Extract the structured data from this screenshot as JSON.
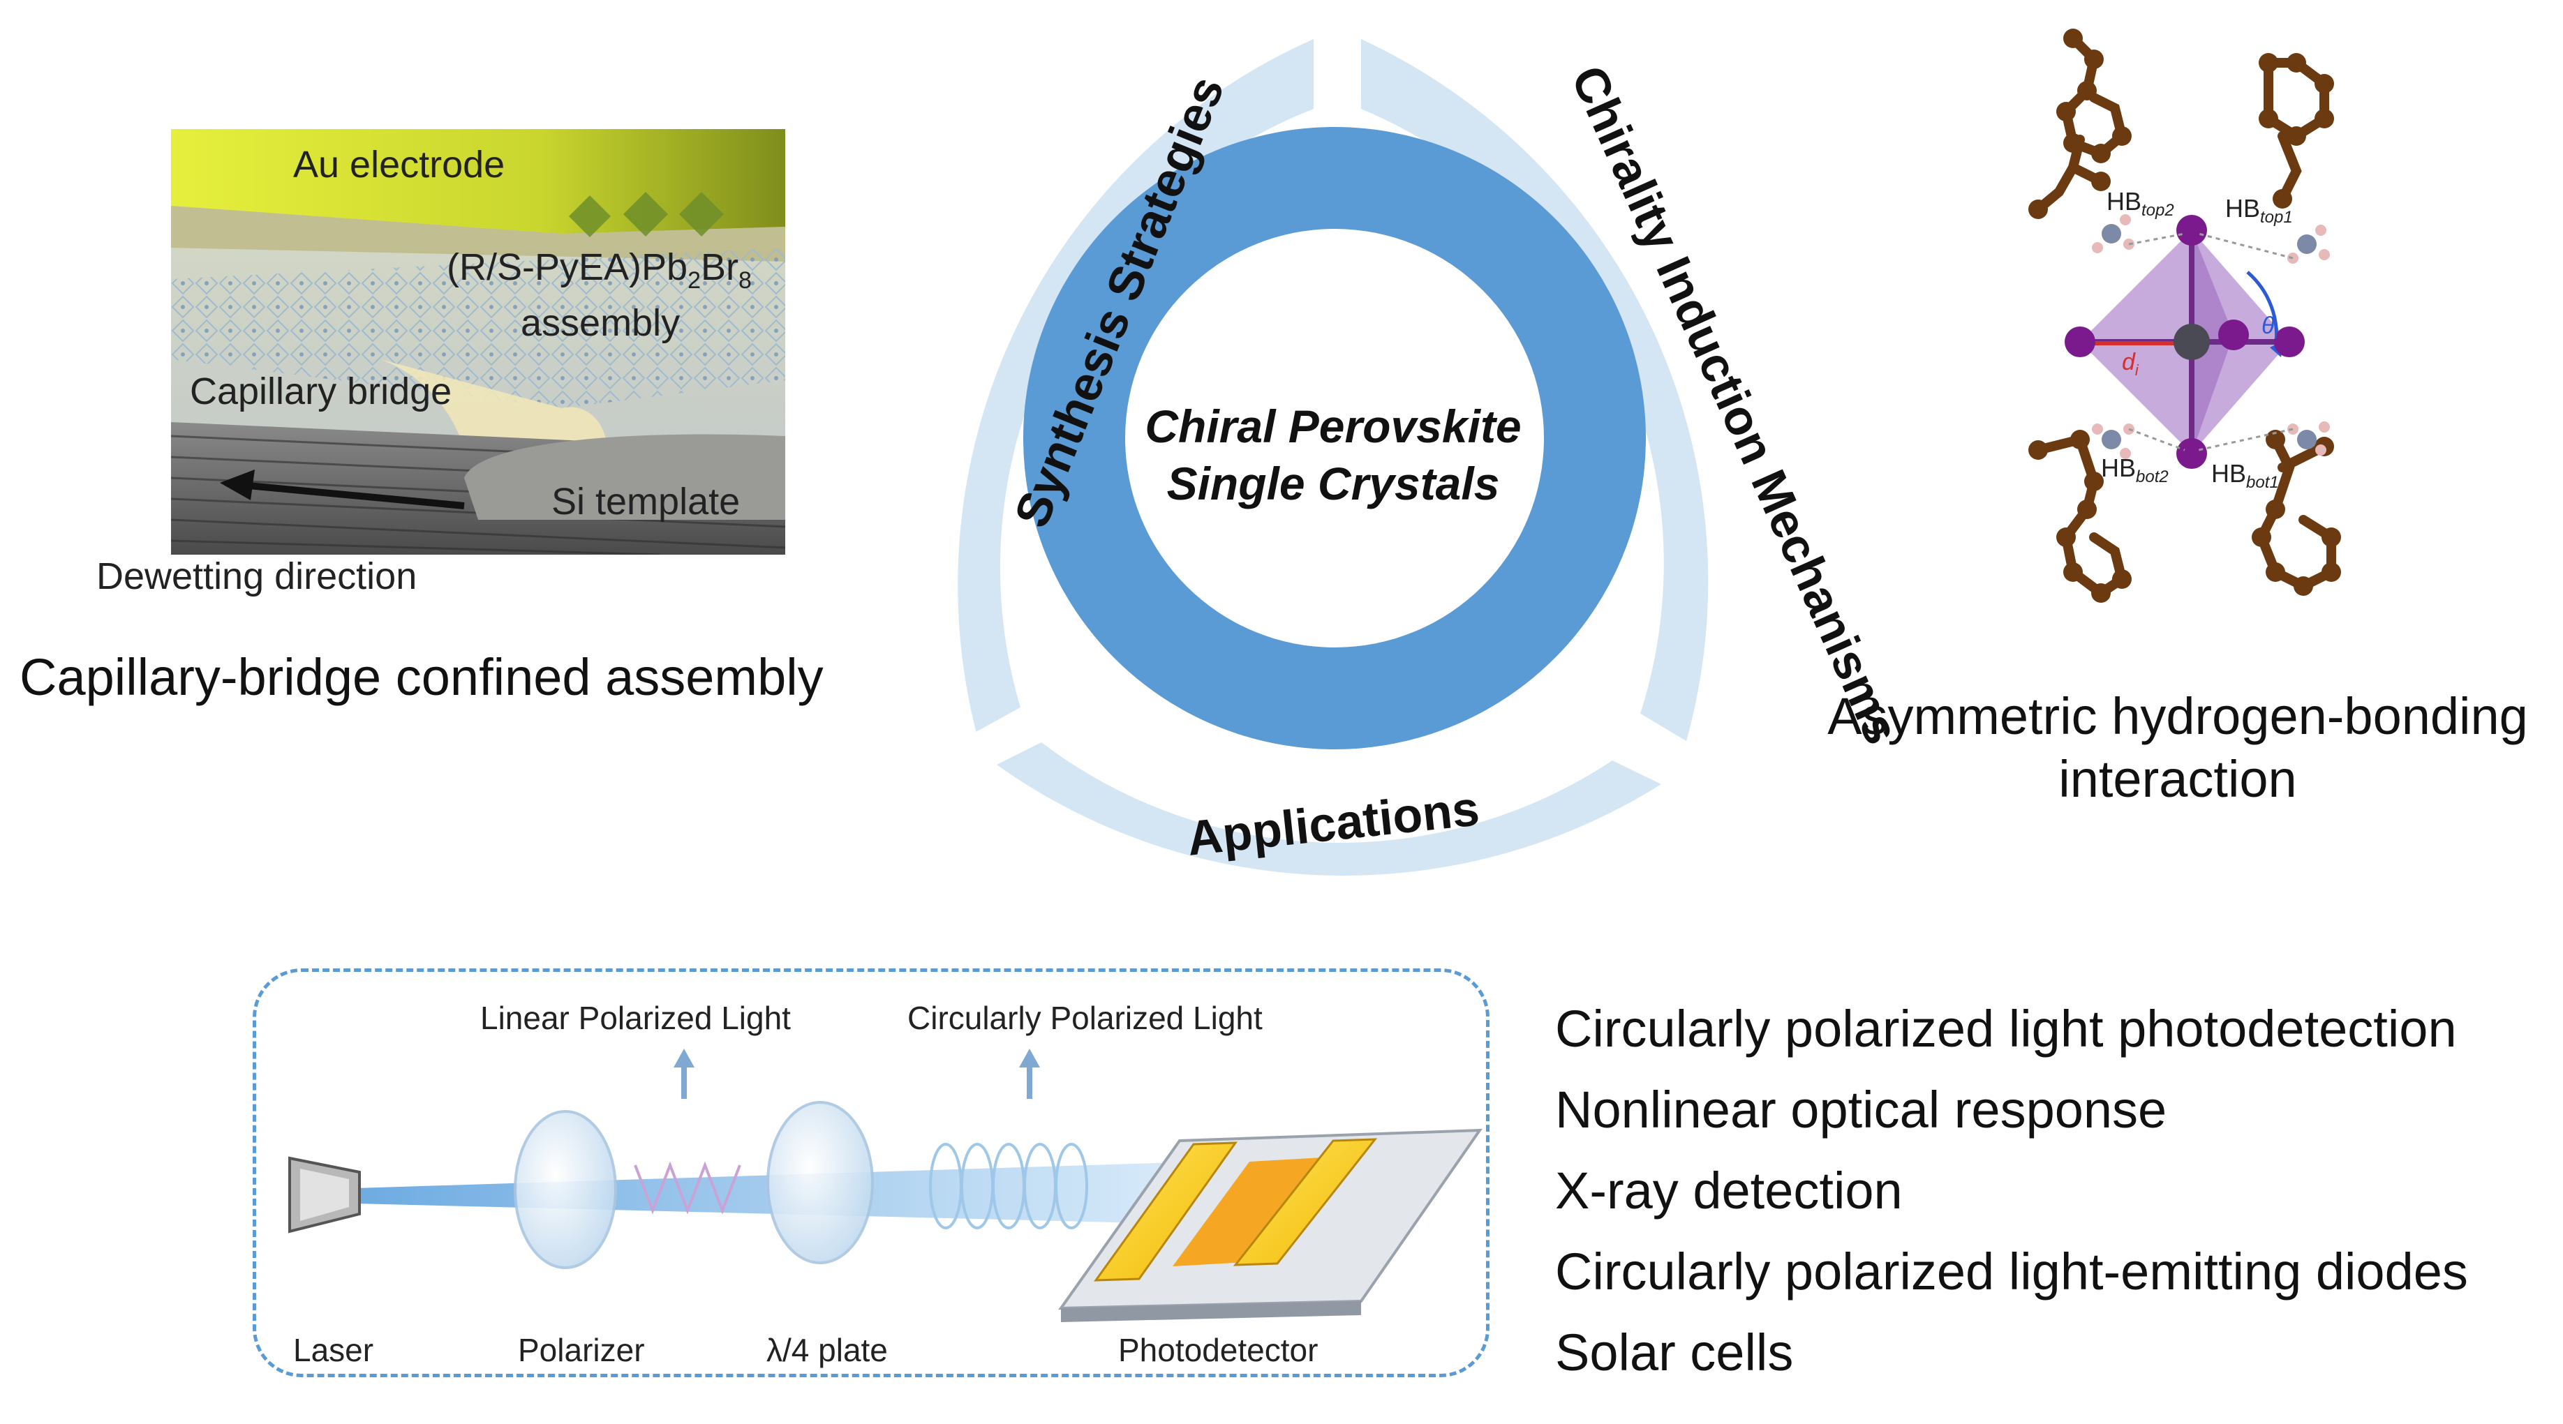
{
  "top_left": {
    "labels": {
      "au_electrode": "Au electrode",
      "compound": "(R/S-PyEA)Pb",
      "compound_sub1": "2",
      "compound_br": "Br",
      "compound_sub2": "8",
      "assembly": "assembly",
      "capillary_bridge": "Capillary bridge",
      "si_template": "Si template",
      "dewetting": "Dewetting direction"
    },
    "caption": "Capillary-bridge confined assembly"
  },
  "wheel": {
    "center_line1": "Chiral Perovskite",
    "center_line2": "Single Crystals",
    "segments": [
      "Synthesis Strategies",
      "Chirality Induction Mechanisms",
      "Applications"
    ],
    "colors": {
      "outer_ring": "#d4e5f4",
      "inner_ring": "#5b9bd5",
      "center": "#ffffff"
    }
  },
  "top_right": {
    "hb_top2": "HB",
    "hb_top2_sub": "top2",
    "hb_top1": "HB",
    "hb_top1_sub": "top1",
    "hb_bot2": "HB",
    "hb_bot2_sub": "bot2",
    "hb_bot1": "HB",
    "hb_bot1_sub": "bot1",
    "d_label": "d",
    "d_sub": "i",
    "theta_label": "θ",
    "theta_sub": "i",
    "caption_line1": "Asymmetric hydrogen-bonding",
    "caption_line2": "interaction"
  },
  "setup": {
    "linear_light": "Linear Polarized Light",
    "circular_light": "Circularly Polarized Light",
    "laser": "Laser",
    "polarizer": "Polarizer",
    "plate": "λ/4 plate",
    "photodetector": "Photodetector"
  },
  "applications": [
    "Circularly polarized light photodetection",
    "Nonlinear optical response",
    "X-ray detection",
    "Circularly polarized light-emitting diodes",
    "Solar cells"
  ]
}
